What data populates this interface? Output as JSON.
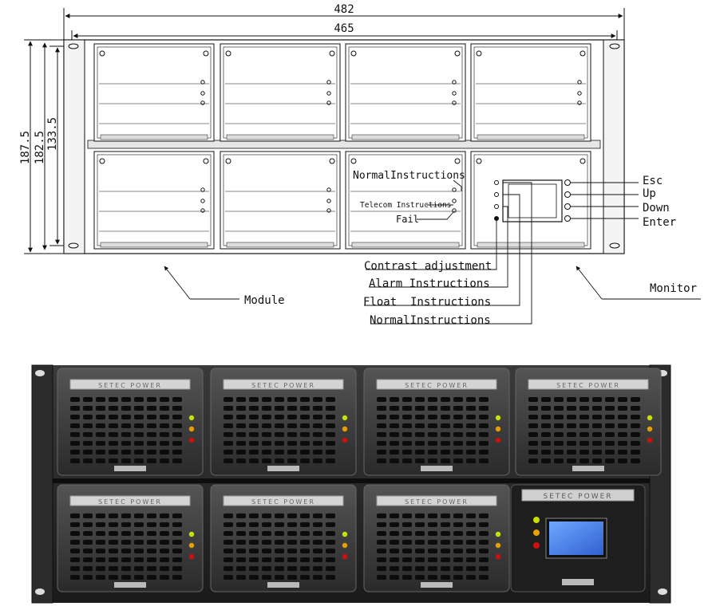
{
  "dimensions": {
    "overall_width": "482",
    "mount_width": "465",
    "overall_height": "187.5",
    "height_mid": "182.5",
    "height_inner": "133.5"
  },
  "module_callouts": {
    "normal": "NormalInstructions",
    "telecom": "Telecom Instructions",
    "fail": "Fail"
  },
  "monitor_keys": {
    "esc": "Esc",
    "up": "Up",
    "down": "Down",
    "enter": "Enter"
  },
  "monitor_callouts": {
    "contrast": "Contrast adjustment",
    "alarm": "Alarm Instructions",
    "float": "Float  Instructions",
    "normal": "NormalInstructions"
  },
  "labels": {
    "module": "Module",
    "monitor": "Monitor"
  },
  "photo": {
    "module_brand": "SETEC POWER",
    "module_count": 7,
    "monitor_count": 1,
    "led_colors": [
      "#c8e000",
      "#e8a000",
      "#d01010"
    ]
  }
}
